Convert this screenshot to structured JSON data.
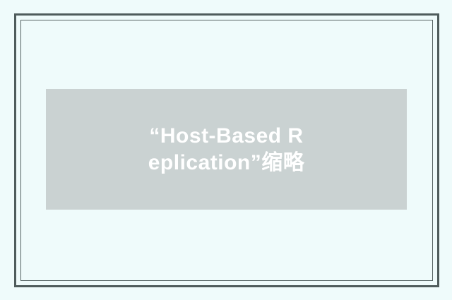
{
  "page": {
    "background_color": "#effbfb",
    "frame_border_color": "#4f5c5c",
    "inner_frame_border_color": "#566363"
  },
  "placeholder": {
    "background_color": "#cad2d2",
    "text_color": "#ffffff",
    "full_text": "“Host-Based Replication”缩略",
    "lines": {
      "line1": "“Host-Based R",
      "line2": "eplication”缩略"
    }
  }
}
